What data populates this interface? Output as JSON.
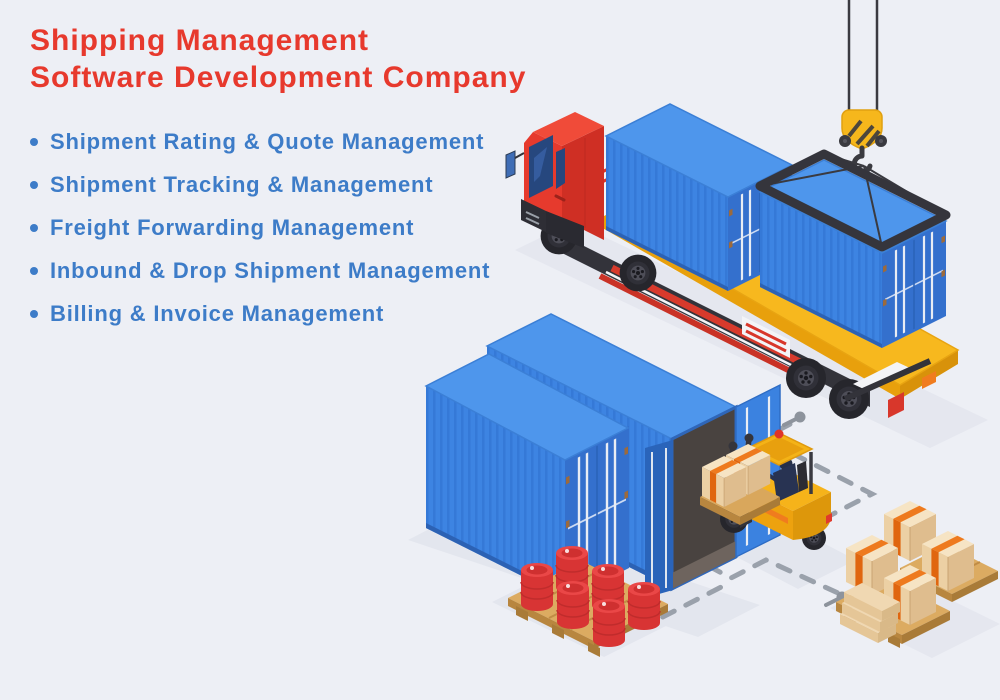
{
  "title": {
    "line1": "Shipping Management",
    "line2": "Software Development Company"
  },
  "features": [
    "Shipment Rating & Quote Management",
    "Shipment Tracking & Management",
    "Freight Forwarding Management",
    "Inbound & Drop Shipment Management",
    "Billing & Invoice Management"
  ],
  "colors": {
    "background": "#edeff5",
    "title_red": "#e7392d",
    "feature_blue": "#3d7cc8",
    "container_blue_top": "#4e96ec",
    "container_blue_side": "#3d84e2",
    "container_blue_end": "#3470cd",
    "cab_red": "#e63a2d",
    "trailer_yellow": "#f7b81e",
    "forklift_yellow": "#f4ae12",
    "box_tan": "#ecd0a4",
    "tape_orange": "#ee7a1e",
    "barrel_red": "#d83434",
    "pallet_wood": "#d9a75c",
    "route_gray": "#9aa1ab",
    "steel_dark": "#35353c",
    "shadow": "#e3e6ee",
    "window_blue": "#26477e"
  },
  "illustration": {
    "elements": [
      "crane-cables",
      "crane-hook-icon",
      "container-spreader-frame",
      "hanging-container",
      "truck-cab",
      "flatbed-trailer",
      "container-on-trailer",
      "warehouse-container-closed",
      "warehouse-container-open",
      "forklift",
      "forklift-driver",
      "route-dashed-path",
      "route-pin-icon",
      "barrel-pallet",
      "cargo-box-pallet"
    ]
  }
}
